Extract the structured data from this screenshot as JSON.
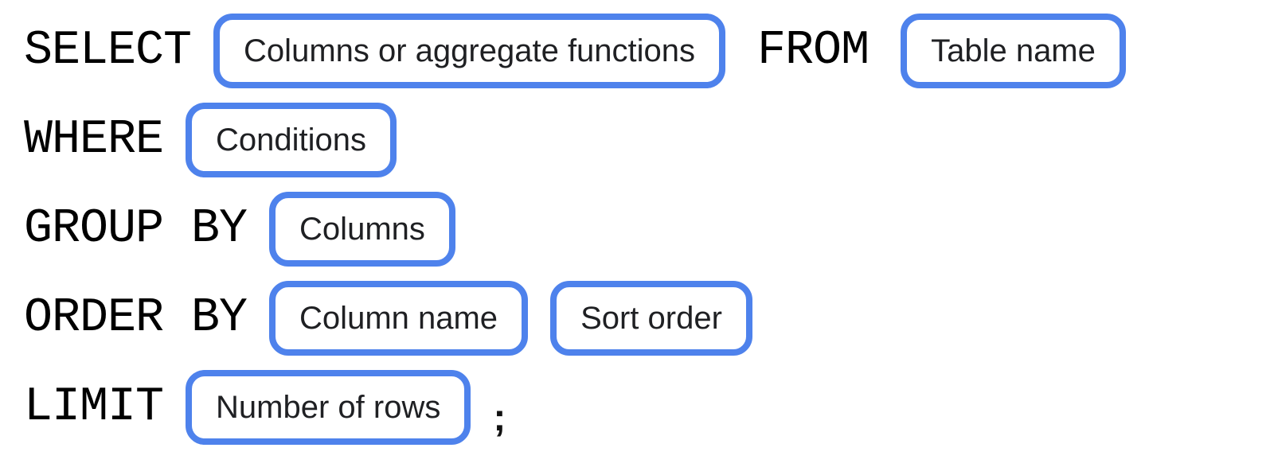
{
  "diagram": {
    "description": "SQL query syntax diagram",
    "colors": {
      "box_border": "#4E82EC",
      "box_background": "#ffffff",
      "keyword_text": "#000000",
      "box_text": "#1f2023",
      "page_background": "#ffffff"
    },
    "lines": [
      {
        "segments": [
          {
            "type": "keyword",
            "text": "SELECT"
          },
          {
            "type": "box",
            "text": "Columns or aggregate functions"
          },
          {
            "type": "keyword",
            "text": "FROM"
          },
          {
            "type": "box",
            "text": "Table name"
          }
        ]
      },
      {
        "segments": [
          {
            "type": "keyword",
            "text": "WHERE"
          },
          {
            "type": "box",
            "text": "Conditions"
          }
        ]
      },
      {
        "segments": [
          {
            "type": "keyword",
            "text": "GROUP BY"
          },
          {
            "type": "box",
            "text": "Columns"
          }
        ]
      },
      {
        "segments": [
          {
            "type": "keyword",
            "text": "ORDER BY"
          },
          {
            "type": "box",
            "text": "Column name"
          },
          {
            "type": "box",
            "text": "Sort order"
          }
        ]
      },
      {
        "segments": [
          {
            "type": "keyword",
            "text": "LIMIT"
          },
          {
            "type": "box",
            "text": "Number of rows"
          },
          {
            "type": "punctuation",
            "text": ";"
          }
        ]
      }
    ]
  }
}
